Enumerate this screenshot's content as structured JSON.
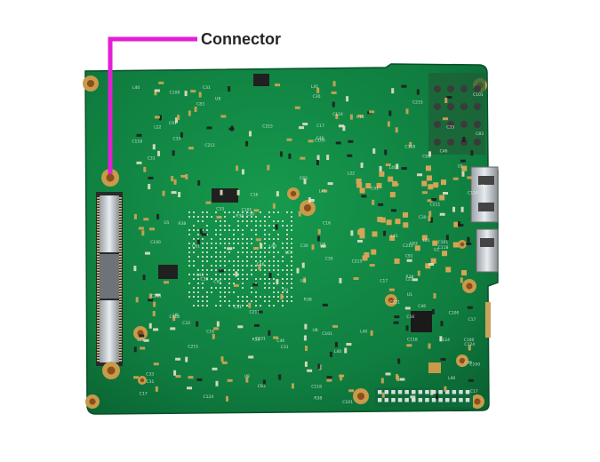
{
  "annotation": {
    "label": "Connector",
    "leader_color": "#e31fd6"
  },
  "board": {
    "pcb_color": "#0f7d3f",
    "pad_color": "#c89a4a",
    "ref_labels": [
      "C101",
      "C100",
      "L40",
      "L41",
      "C118",
      "C91",
      "U8",
      "R38",
      "C46",
      "C30",
      "C33",
      "C83",
      "L22",
      "U1",
      "C124",
      "C211",
      "C215",
      "C16",
      "C17",
      "C31"
    ]
  }
}
